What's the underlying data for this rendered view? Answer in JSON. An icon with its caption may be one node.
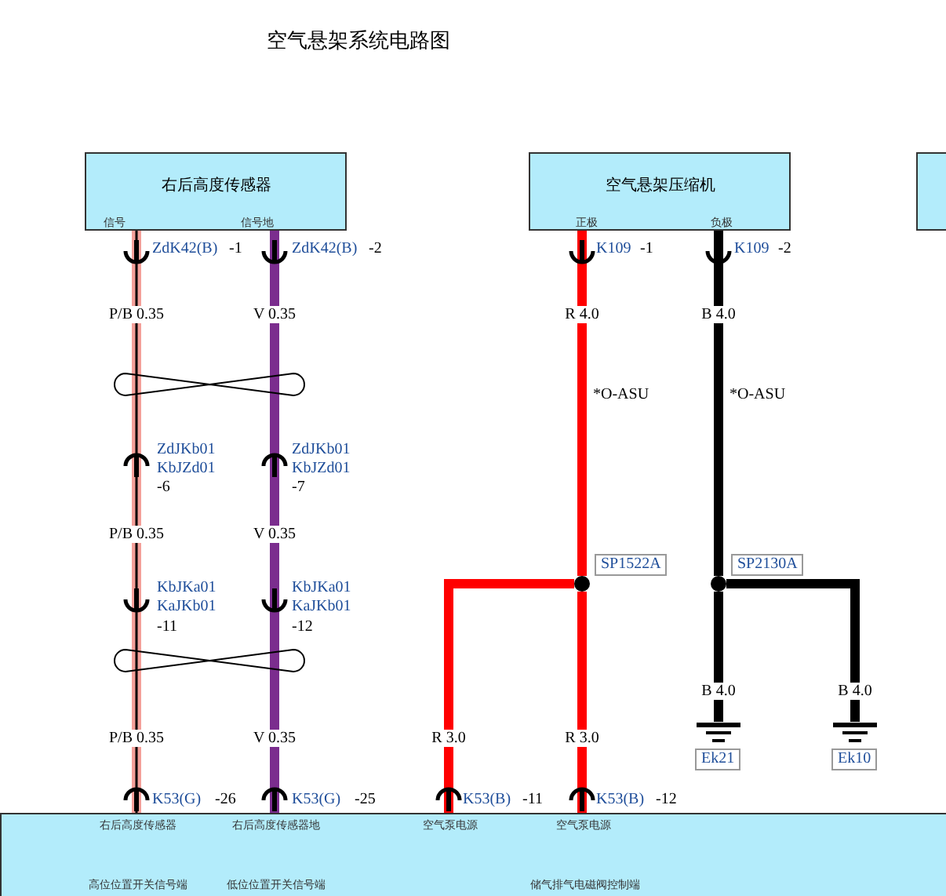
{
  "diagram": {
    "title": "空气悬架系统电路图",
    "nodes": [
      {
        "text": [
          "右后高度传感器",
          "信号",
          "信号地"
        ]
      },
      {
        "text": [
          "空气悬架压缩机",
          "正极",
          "负极"
        ]
      },
      {
        "text": [],
        "shape": "box"
      },
      {
        "text": [
          "右后高度传感器",
          "右后高度传感器地",
          "空气泵电源",
          "空气泵电源",
          "高位位置开关信号端",
          "低位位置开关信号端",
          "储气排气电磁阀控制端"
        ]
      },
      {
        "text": [],
        "shape": "circle",
        "beside": [
          "SP1522A"
        ]
      },
      {
        "text": [],
        "shape": "circle",
        "beside": [
          "SP2130A"
        ]
      },
      {
        "text": [],
        "shape": "ground",
        "beside": [
          "Ek21"
        ]
      },
      {
        "text": [],
        "shape": "ground",
        "beside": [
          "Ek10"
        ]
      },
      {
        "text": [],
        "shape": "twist"
      },
      {
        "text": [],
        "shape": "twist"
      }
    ],
    "edges": [
      {
        "from": 0,
        "to": 3,
        "arrow": "none",
        "color": "#f4a09a"
      },
      {
        "from": 0,
        "to": 3,
        "arrow": "none",
        "color": "#7b2d8e"
      },
      {
        "from": 1,
        "to": 4,
        "arrow": "none",
        "color": "#ff0000"
      },
      {
        "from": 4,
        "to": 3,
        "arrow": "none",
        "color": "#ff0000"
      },
      {
        "from": 4,
        "to": 3,
        "arrow": "none",
        "color": "#ff0000"
      },
      {
        "from": 1,
        "to": 5,
        "arrow": "none",
        "color": "#000000"
      },
      {
        "from": 5,
        "to": 6,
        "arrow": "none",
        "color": "#000000"
      },
      {
        "from": 5,
        "to": 7,
        "arrow": "none",
        "color": "#000000"
      }
    ],
    "labels": [
      "ZdK42(B)",
      "-1",
      "ZdK42(B)",
      "-2",
      "K109",
      "-1",
      "K109",
      "-2",
      "P/B 0.35",
      "V 0.35",
      "R 4.0",
      "B 4.0",
      "*O-ASU",
      "*O-ASU",
      "ZdJKb01",
      "KbJZd01",
      "-6",
      "ZdJKb01",
      "KbJZd01",
      "-7",
      "P/B 0.35",
      "V 0.35",
      "KbJKa01",
      "KaJKb01",
      "-11",
      "KbJKa01",
      "KaJKb01",
      "-12",
      "B 4.0",
      "B 4.0",
      "P/B 0.35",
      "V 0.35",
      "R 3.0",
      "R 3.0",
      "K53(G)",
      "-26",
      "K53(G)",
      "-25",
      "K53(B)",
      "-11",
      "K53(B)",
      "-12"
    ]
  }
}
